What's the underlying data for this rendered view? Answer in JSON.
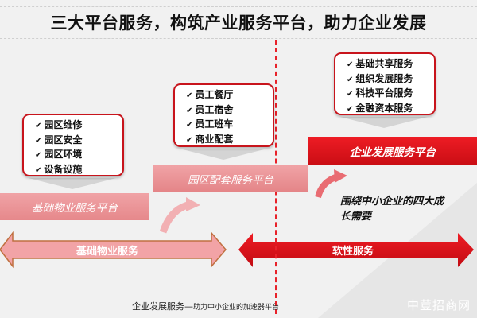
{
  "title": "三大平台服务，构筑产业服务平台，助力企业发展",
  "platforms": [
    {
      "name": "基础物业服务平台",
      "items": [
        "园区维修",
        "园区安全",
        "园区环境",
        "设备设施"
      ]
    },
    {
      "name": "园区配套服务平台",
      "items": [
        "员工餐厅",
        "员工宿舍",
        "员工班车",
        "商业配套"
      ]
    },
    {
      "name": "企业发展服务平台",
      "items": [
        "基础共享服务",
        "组织发展服务",
        "科技平台服务",
        "金融资本服务"
      ]
    }
  ],
  "needs_text": "围绕中小企业的四大成长需要",
  "arrows": {
    "left": "基础物业服务",
    "right": "软性服务"
  },
  "caption": {
    "main": "企业发展服务—",
    "sub": "助力中小企业的加速器平台"
  },
  "watermark": "中荳招商网",
  "colors": {
    "red": "#d7111a",
    "pink": "#f2a2a6"
  }
}
